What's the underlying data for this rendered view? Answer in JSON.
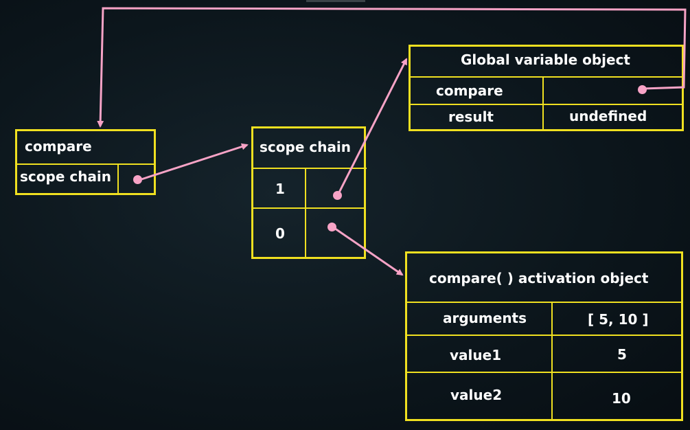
{
  "compare_box": {
    "title": "compare",
    "field": "scope chain"
  },
  "scope_chain_box": {
    "title": "scope chain",
    "rows": [
      "1",
      "0"
    ]
  },
  "global_object": {
    "title": "Global variable object",
    "rows": [
      {
        "name": "compare",
        "value": ""
      },
      {
        "name": "result",
        "value": "undefined"
      }
    ]
  },
  "activation_object": {
    "title": "compare( ) activation object",
    "rows": [
      {
        "name": "arguments",
        "value": "[ 5, 10 ]"
      },
      {
        "name": "value1",
        "value": "5"
      },
      {
        "name": "value2",
        "value": "10"
      }
    ]
  },
  "colors": {
    "box_border": "#f0e020",
    "arrow": "#f7a3c6",
    "text": "#ffffff"
  }
}
